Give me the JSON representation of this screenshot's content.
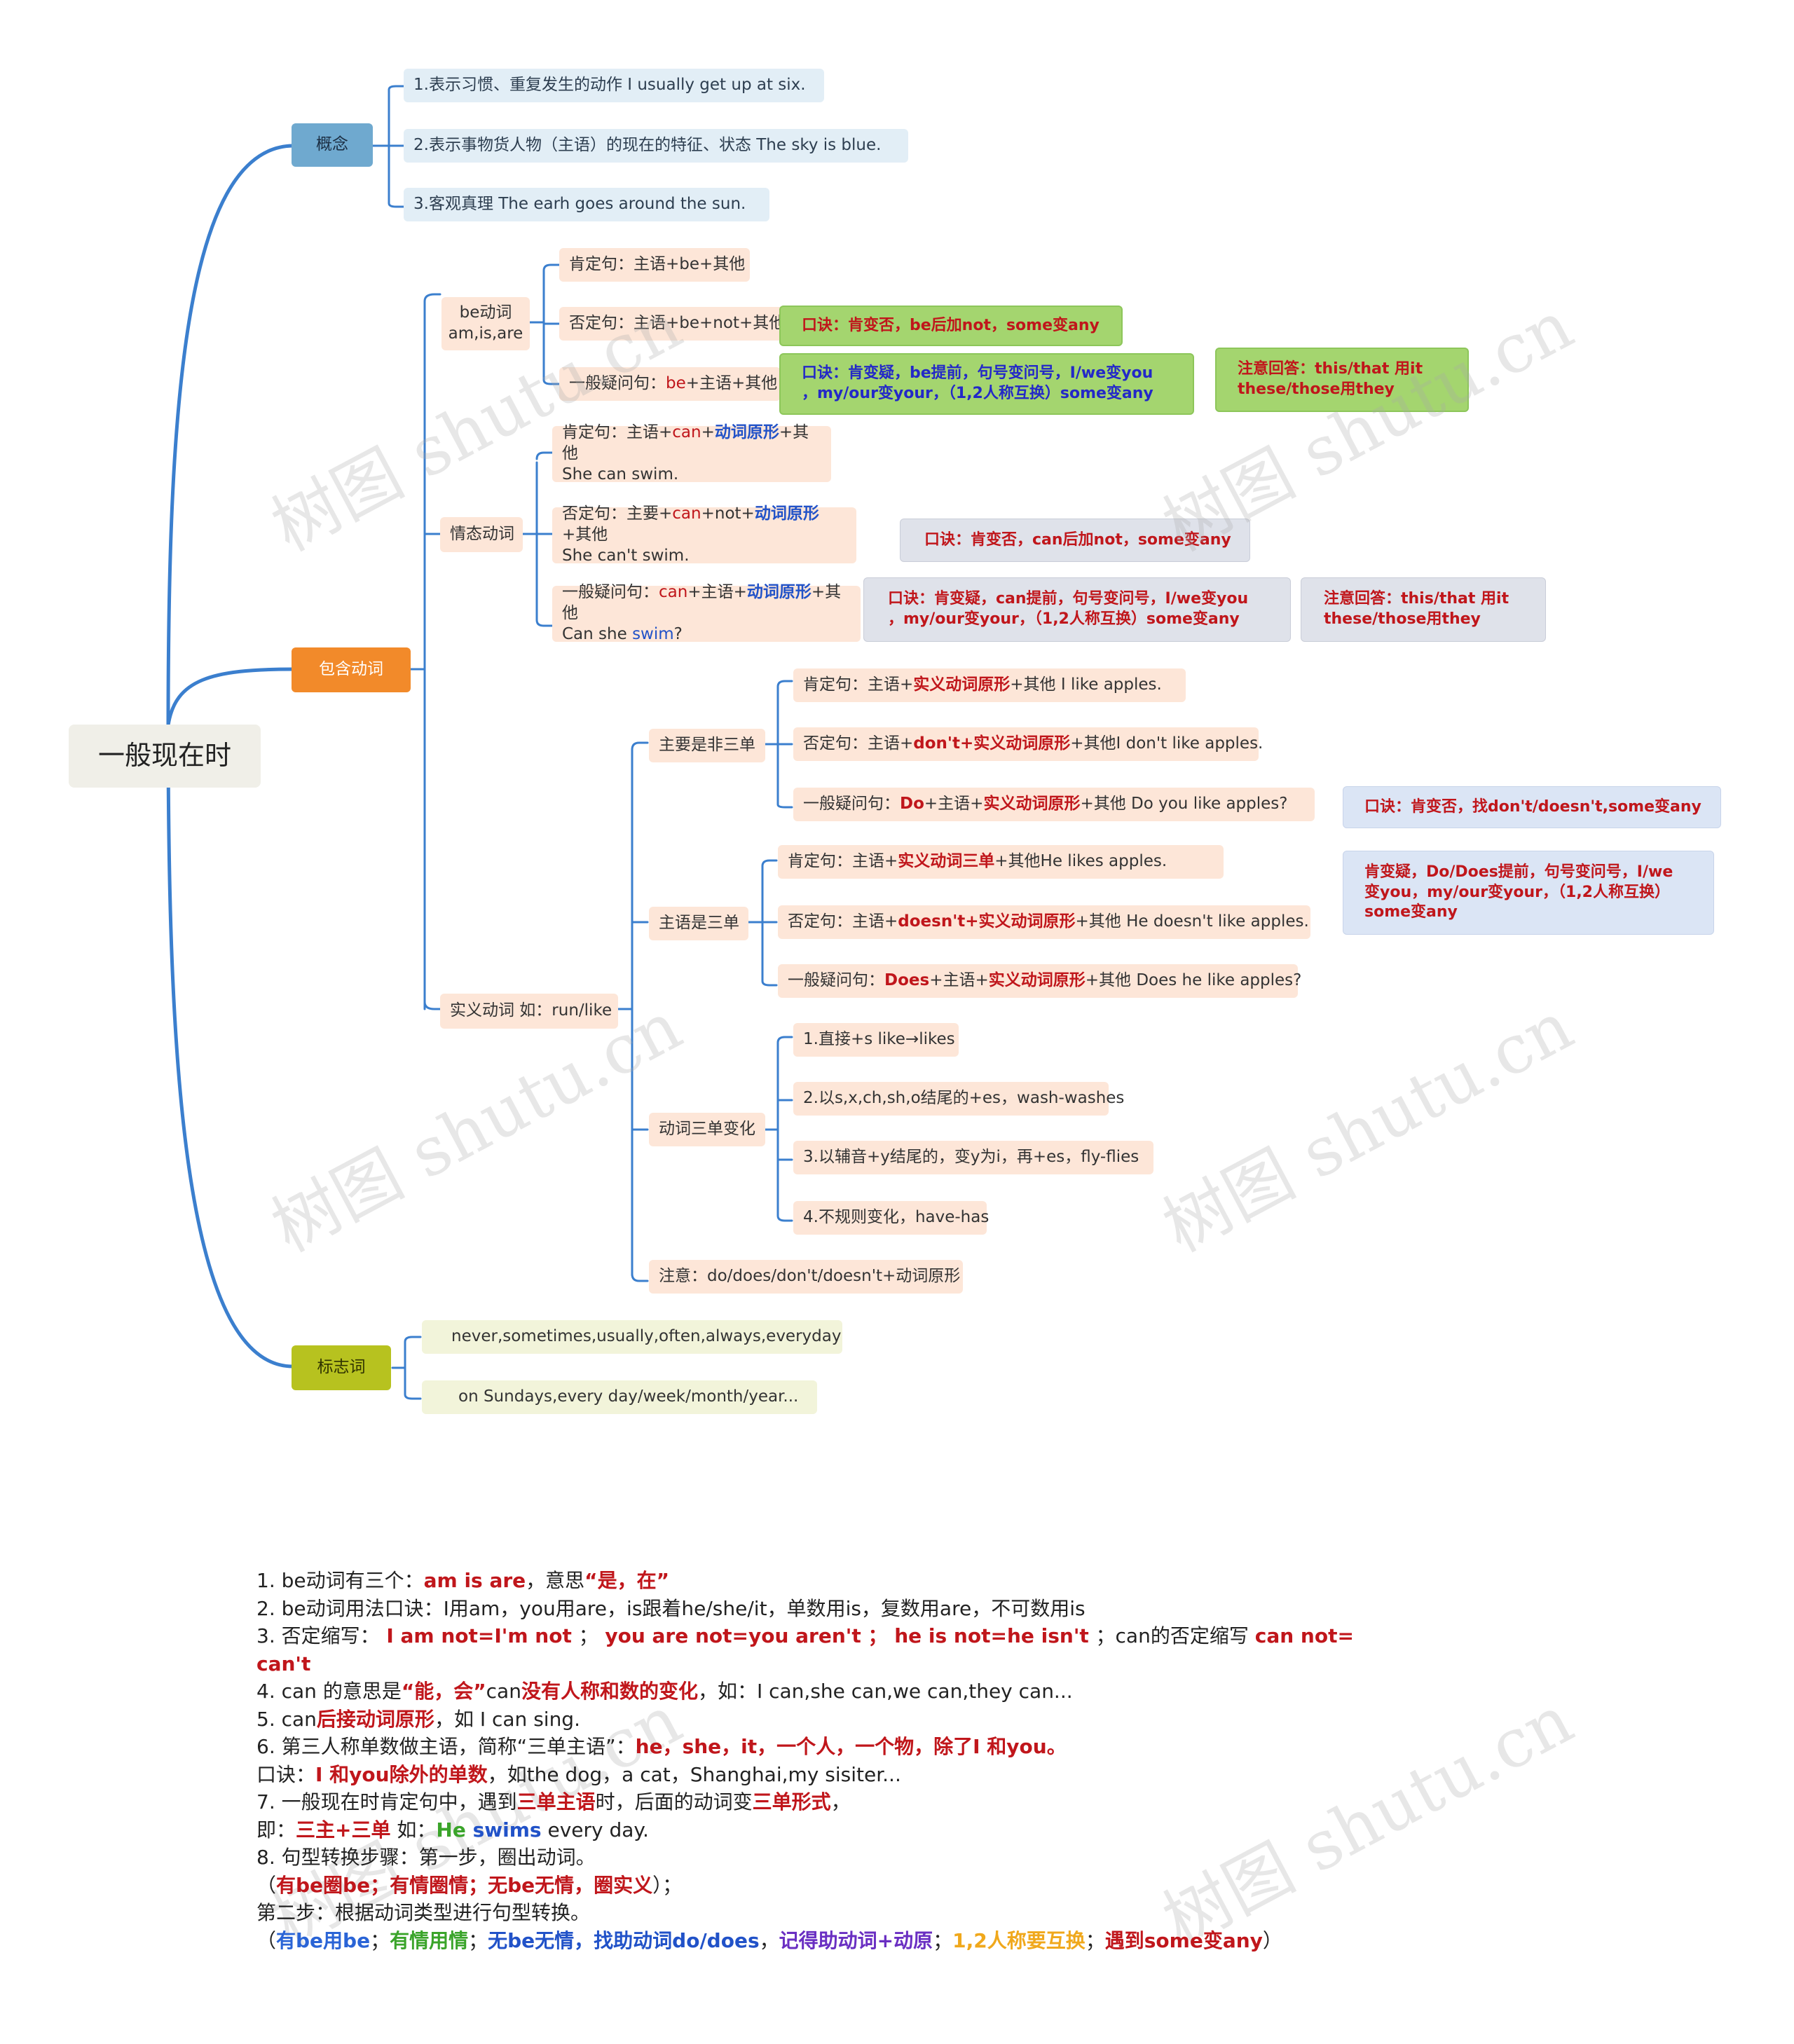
{
  "root": "一般现在时",
  "branches": {
    "concept": {
      "label": "概念",
      "items": [
        "1.表示习惯、重复发生的动作 I usually get up at six.",
        "2.表示事物货人物（主语）的现在的特征、状态 The sky is blue.",
        "3.客观真理 The earh goes around the sun."
      ]
    },
    "verbs": {
      "label": "包含动词",
      "be": {
        "label_line1": "be动词",
        "label_line2": "am,is,are",
        "aff": "肯定句：主语+be+其他",
        "neg": "否定句：主语+be+not+其他",
        "q_prefix": "一般疑问句：",
        "q_red": "be",
        "q_suffix": "+主语+其他",
        "tip_neg": "口诀：肯变否，be后加not，some变any",
        "tip_q_line1": "口诀：肯变疑，be提前，句号变问号，I/we变you",
        "tip_q_line2": "，my/our变your，（1,2人称互换）some变any",
        "tip_ans_line1": "注意回答：this/that 用it",
        "tip_ans_line2": "these/those用they"
      },
      "modal": {
        "label": "情态动词",
        "aff_a": "肯定句：主语+",
        "aff_can": "can",
        "aff_plus": "+",
        "aff_base": "动词原形",
        "aff_b": "+其他",
        "aff_ex": "She can swim.",
        "neg_a": "否定句：主要+",
        "neg_can": "can",
        "neg_plus": "+not+",
        "neg_base": "动词原形",
        "neg_b": "+其他",
        "neg_ex": "She can't swim.",
        "q_a": "一般疑问句：",
        "q_can": "can",
        "q_mid": "+主语+",
        "q_base": "动词原形",
        "q_b": "+其他",
        "q_ex_a": "Can she ",
        "q_ex_swim": "swim",
        "q_ex_b": "?",
        "tip_neg": "口诀：肯变否，can后加not，some变any",
        "tip_q_line1": "口诀：肯变疑，can提前，句号变问号，I/we变you",
        "tip_q_line2": "，my/our变your，（1,2人称互换）some变any",
        "tip_ans_line1": "注意回答：this/that 用it",
        "tip_ans_line2": "these/those用they"
      },
      "action": {
        "label": "实义动词 如：run/like",
        "non3": {
          "label": "主要是非三单",
          "aff_a": "肯定句：主语+",
          "aff_red": "实义动词原形",
          "aff_b": "+其他 I like apples.",
          "neg_a": "否定句：主语+",
          "neg_red": "don't+实义动词原形",
          "neg_b": "+其他I don't like apples.",
          "q_a": "一般疑问句：",
          "q_do": "Do",
          "q_mid": "+主语+",
          "q_red": "实义动词原形",
          "q_b": "+其他 Do you like apples?",
          "tip": "口诀：肯变否，找don't/doesn't,some变any"
        },
        "third": {
          "label": "主语是三单",
          "aff_a": "肯定句：主语+",
          "aff_red": "实义动词三单",
          "aff_b": "+其他He likes apples.",
          "neg_a": "否定句：主语+",
          "neg_red": "doesn't+实义动词原形",
          "neg_b": "+其他 He doesn't like apples.",
          "q_a": "一般疑问句：",
          "q_does": "Does",
          "q_mid": "+主语+",
          "q_red": "实义动词原形",
          "q_b": "+其他 Does he like apples?",
          "tip_line1": "肯变疑，Do/Does提前，句号变问号，I/we",
          "tip_line2": "变you，my/our变your，（1,2人称互换）",
          "tip_line3": "some变any"
        },
        "change": {
          "label": "动词三单变化",
          "items": [
            "1.直接+s like→likes",
            "2.以s,x,ch,sh,o结尾的+es，wash-washes",
            "3.以辅音+y结尾的，变y为i，再+es，fly-flies",
            "4.不规则变化，have-has"
          ]
        },
        "note": "注意：do/does/don't/doesn't+动词原形"
      }
    },
    "markers": {
      "label": "标志词",
      "items": [
        "never,sometimes,usually,often,always,everyday",
        "on Sundays,every day/week/month/year..."
      ]
    }
  },
  "watermark": "树图 shutu.cn",
  "notes": {
    "l1_a": "1. be动词有三个：",
    "l1_b": "am  is  are",
    "l1_c": "，意思",
    "l1_d": "“是，在”",
    "l2": "2. be动词用法口诀：I用am，you用are，is跟着he/she/it，单数用is，复数用are，不可数用is",
    "l3_a": "3. 否定缩写：",
    "l3_b": " I am not=I'm not ",
    "l3_c": "；",
    "l3_d": " you are not=you aren't ；",
    "l3_e": " he is not=he isn't ",
    "l3_f": "；can的否定缩写 ",
    "l3_g": "can not=",
    "l3_h": "can't",
    "l4_a": "4. can 的意思是",
    "l4_b": "“能，会”",
    "l4_c": "can",
    "l4_d": "没有人称和数的变化",
    "l4_e": "，如：I can,she can,we can,they can...",
    "l5_a": "5. can",
    "l5_b": "后接动词原形",
    "l5_c": "，如 I can sing.",
    "l6_a": "6. 第三人称单数做主语，简称“三单主语”：",
    "l6_b": "he，she，it，一个人，一个物，除了I 和you。",
    "l6c_a": "口诀：",
    "l6c_b": "I 和you除外的单数",
    "l6c_c": "，如the dog，a cat，Shanghai,my sisiter...",
    "l7_a": "7. 一般现在时肯定句中，遇到",
    "l7_b": "三单主语",
    "l7_c": "时，后面的动词变",
    "l7_d": "三单形式",
    "l7_e": "，",
    "l7b_a": "即：",
    "l7b_b": "三主+三单",
    "l7b_c": "  如：",
    "l7b_d": "He",
    "l7b_e": " swims",
    "l7b_f": " every day.",
    "l8": "8. 句型转换步骤：第一步，圈出动词。",
    "l8b_a": "（",
    "l8b_b": "有be圈be；有情圈情；无be无情，圈实义",
    "l8b_c": "）；",
    "l8c": "第二步：根据动词类型进行句型转换。",
    "l8d_a": "（",
    "l8d_b": "有be用be",
    "l8d_c": "；",
    "l8d_d": "有情用情",
    "l8d_e": "；",
    "l8d_f": "无be无情，找助动词do/does",
    "l8d_g": "，",
    "l8d_h": "记得助动词+动原",
    "l8d_i": "；",
    "l8d_j": "1,2人称要互换",
    "l8d_k": "；",
    "l8d_l": "遇到some变any",
    "l8d_m": "）"
  }
}
